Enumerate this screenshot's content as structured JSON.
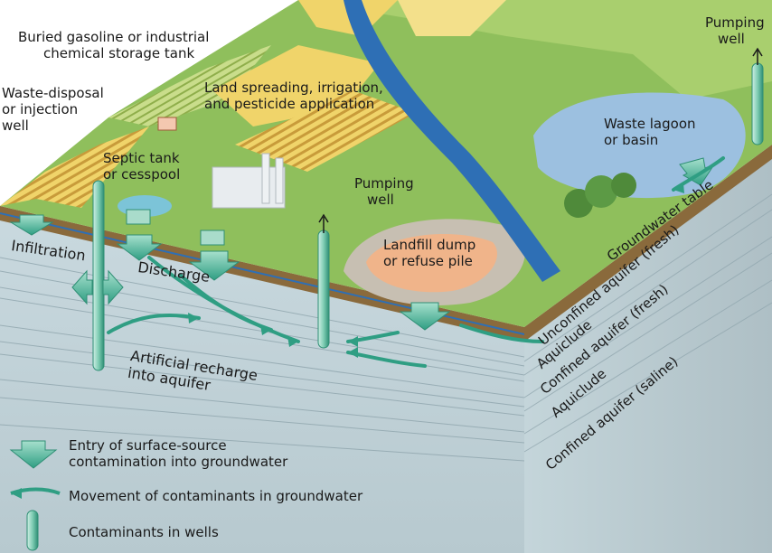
{
  "labels": {
    "buried_tank_1": "Buried gasoline or industrial",
    "buried_tank_2": "chemical storage tank",
    "waste_disposal_1": "Waste-disposal",
    "waste_disposal_2": "or injection",
    "waste_disposal_3": "well",
    "land_spreading_1": "Land spreading, irrigation,",
    "land_spreading_2": "and pesticide application",
    "septic_1": "Septic tank",
    "septic_2": "or cesspool",
    "pumping_well_mid_1": "Pumping",
    "pumping_well_mid_2": "well",
    "pumping_well_right_1": "Pumping",
    "pumping_well_right_2": "well",
    "waste_lagoon_1": "Waste lagoon",
    "waste_lagoon_2": "or basin",
    "infiltration": "Infiltration",
    "discharge": "Discharge",
    "landfill_1": "Landfill dump",
    "landfill_2": "or refuse pile",
    "artificial_1": "Artificial recharge",
    "artificial_2": "into aquifer",
    "groundwater_table": "Groundwater table",
    "unconfined_aquifer": "Unconfined aquifer (fresh)",
    "aquiclude_1": "Aquiclude",
    "confined_fresh": "Confined aquifer (fresh)",
    "aquiclude_2": "Aquiclude",
    "confined_saline": "Confined aquifer (saline)"
  },
  "legend": {
    "entry_1": "Entry of surface-source",
    "entry_2": "contamination into groundwater",
    "movement": "Movement of contaminants in groundwater",
    "wells": "Contaminants in wells"
  },
  "colors": {
    "arrow_teal": "#2f9e83",
    "water_blue": "#2e6fb5",
    "field_yellow": "#f0d46a",
    "grass_green": "#8fbf5c"
  }
}
